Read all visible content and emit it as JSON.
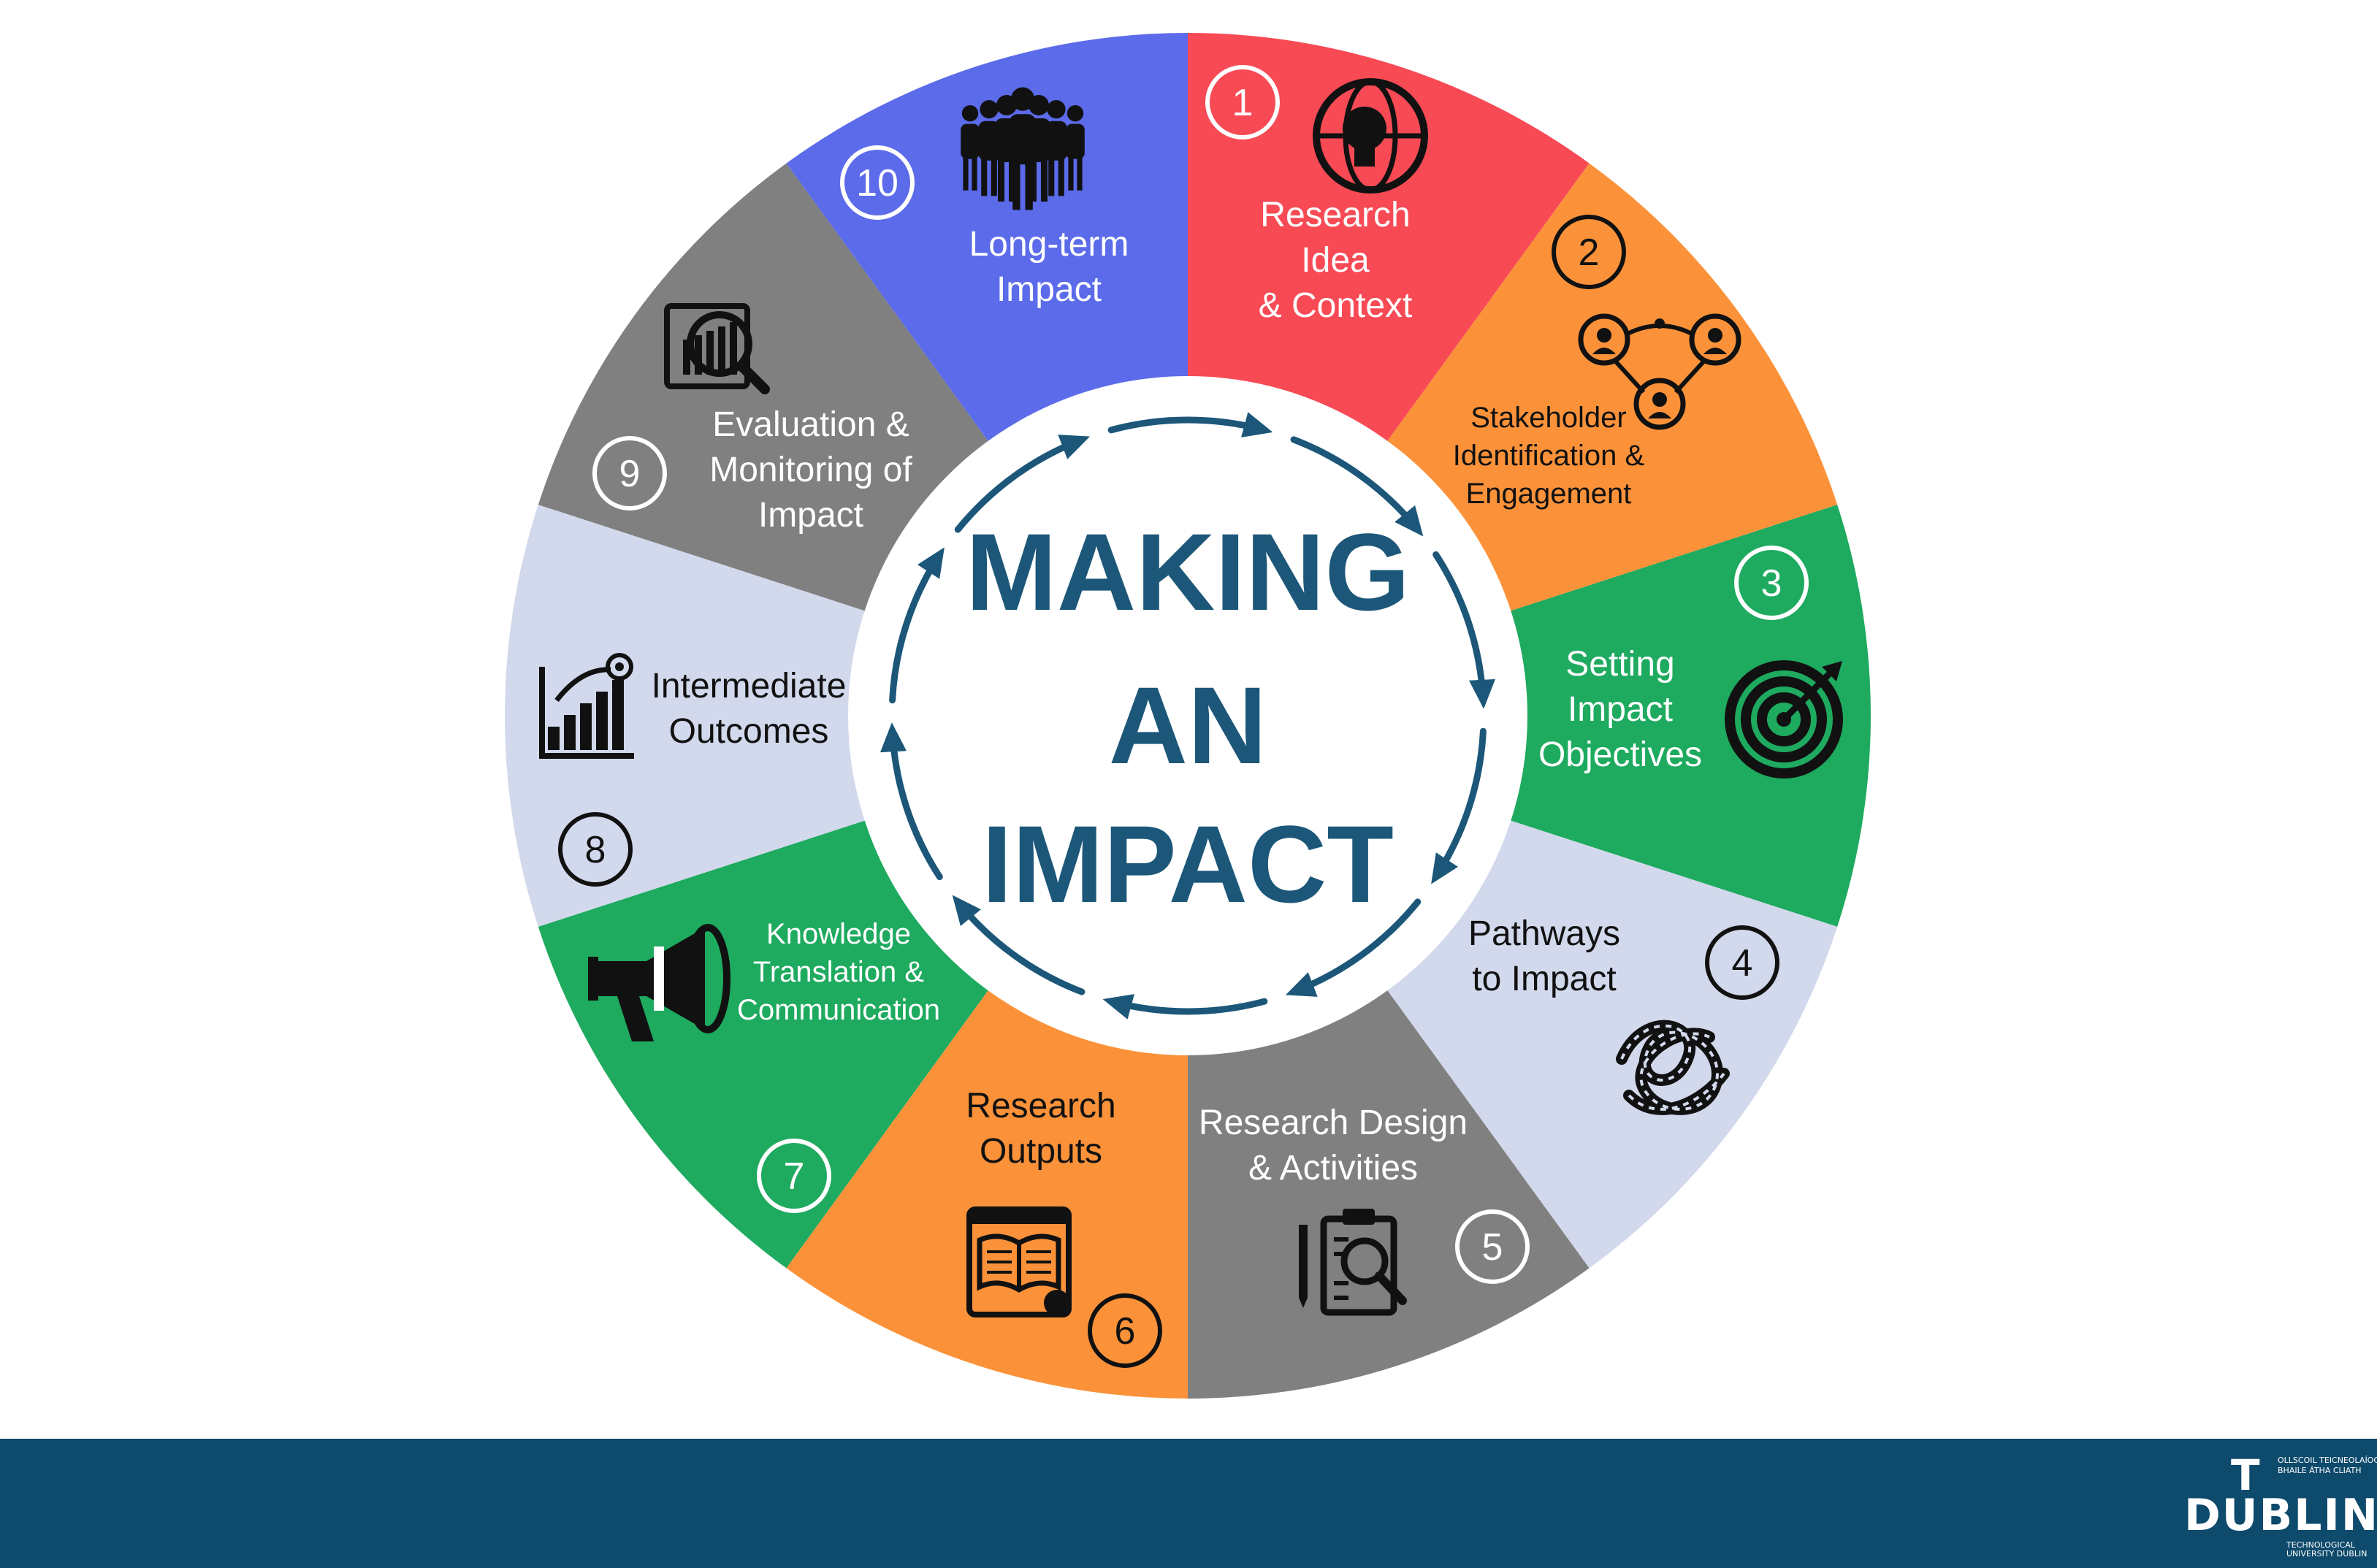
{
  "title_lines": [
    "MAKING",
    "AN",
    "IMPACT"
  ],
  "colors": {
    "title": "#1c5779",
    "arrows": "#1c5779",
    "footer": "#0e4a6b",
    "red": "#f74a55",
    "orange": "#fb923a",
    "green": "#1eaa5f",
    "lightblue": "#d2d9ec",
    "gray": "#808080",
    "blue": "#5b6bea"
  },
  "segments": [
    {
      "num": "1",
      "lines": [
        "Research",
        "Idea",
        "& Context"
      ],
      "color": "red",
      "text_color": "#ffffff",
      "icon": "lightbulb-globe-icon"
    },
    {
      "num": "2",
      "lines": [
        "Stakeholder",
        "Identification &",
        "Engagement"
      ],
      "color": "orange",
      "text_color": "#111111",
      "icon": "stakeholder-network-icon"
    },
    {
      "num": "3",
      "lines": [
        "Setting",
        "Impact",
        "Objectives"
      ],
      "color": "green",
      "text_color": "#ffffff",
      "icon": "target-icon"
    },
    {
      "num": "4",
      "lines": [
        "Pathways",
        "to Impact"
      ],
      "color": "lightblue",
      "text_color": "#111111",
      "icon": "tangled-roads-icon"
    },
    {
      "num": "5",
      "lines": [
        "Research Design",
        "& Activities"
      ],
      "color": "gray",
      "text_color": "#ffffff",
      "icon": "clipboard-magnifier-icon"
    },
    {
      "num": "6",
      "lines": [
        "Research",
        "Outputs"
      ],
      "color": "orange",
      "text_color": "#111111",
      "icon": "open-book-browser-icon"
    },
    {
      "num": "7",
      "lines": [
        "Knowledge",
        "Translation &",
        "Communication"
      ],
      "color": "green",
      "text_color": "#ffffff",
      "icon": "megaphone-icon"
    },
    {
      "num": "8",
      "lines": [
        "Intermediate",
        "Outcomes"
      ],
      "color": "lightblue",
      "text_color": "#111111",
      "icon": "growth-chart-target-icon"
    },
    {
      "num": "9",
      "lines": [
        "Evaluation &",
        "Monitoring of",
        "Impact"
      ],
      "color": "gray",
      "text_color": "#ffffff",
      "icon": "report-magnifier-icon"
    },
    {
      "num": "10",
      "lines": [
        "Long-term",
        "Impact"
      ],
      "color": "blue",
      "text_color": "#ffffff",
      "icon": "people-group-icon"
    }
  ],
  "logo": {
    "word": "DUBLIN",
    "letter_t": "T",
    "irish_line1": "OLLSCOIL TEICNEOLAÍOCHTA",
    "irish_line2": "BHAILE ÁTHA CLIATH",
    "english_line1": "TECHNOLOGICAL",
    "english_line2": "UNIVERSITY DUBLIN"
  }
}
